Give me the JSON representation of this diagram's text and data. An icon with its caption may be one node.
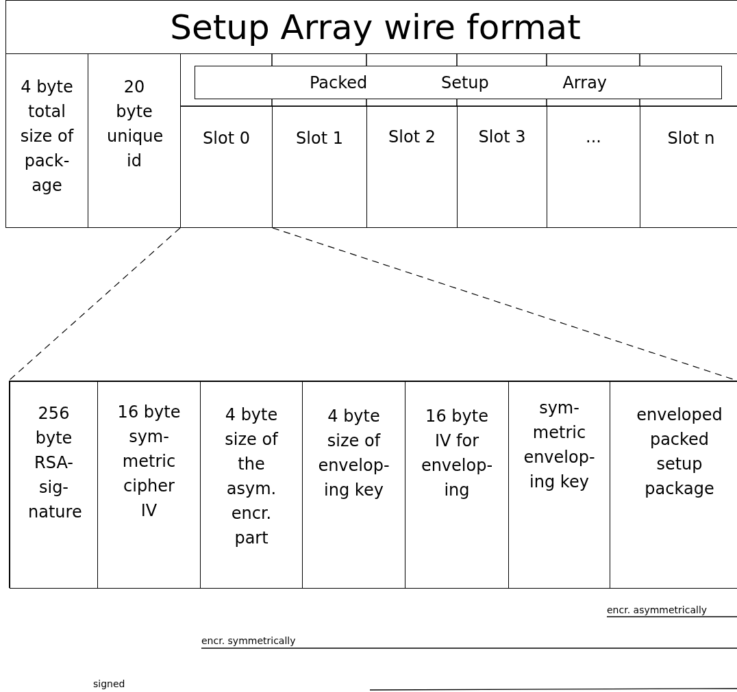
{
  "diagram": {
    "title": "Setup Array wire format",
    "nodes": [
      {
        "text": [
          "4 byte total size of pack- age"
        ]
      },
      {
        "text": [
          "20 byte unique id"
        ]
      },
      {
        "text": [
          "Packed Setup Array"
        ]
      },
      {
        "text": [
          "Slot 0"
        ]
      },
      {
        "text": [
          "Slot 1"
        ]
      },
      {
        "text": [
          "Slot 2"
        ]
      },
      {
        "text": [
          "Slot 3"
        ]
      },
      {
        "text": [
          "..."
        ]
      },
      {
        "text": [
          "Slot n"
        ]
      },
      {
        "text": [],
        "shape": "box"
      },
      {
        "text": [
          "256 byte RSA- sig- nature"
        ],
        "in": 9
      },
      {
        "text": [
          "16 byte sym- metric cipher IV"
        ],
        "in": 9
      },
      {
        "text": [
          "4 byte size of the asym. encr. part"
        ],
        "in": 9
      },
      {
        "text": [
          "4 byte size of envelop- ing key"
        ],
        "in": 9
      },
      {
        "text": [
          "16 byte IV for envelop- ing"
        ],
        "in": 9
      },
      {
        "text": [
          "sym- metric envelop- ing key"
        ],
        "in": 9
      },
      {
        "text": [
          "enveloped packed setup package"
        ],
        "in": 9
      }
    ],
    "edges": [
      {
        "from": 3,
        "to": 9,
        "arrow": "none",
        "style": "dashed"
      },
      {
        "from": 3,
        "to": 9,
        "arrow": "none",
        "style": "dashed"
      }
    ],
    "labels": [
      "encr. asymmetrically",
      "encr. symmetrically",
      "signed"
    ]
  }
}
